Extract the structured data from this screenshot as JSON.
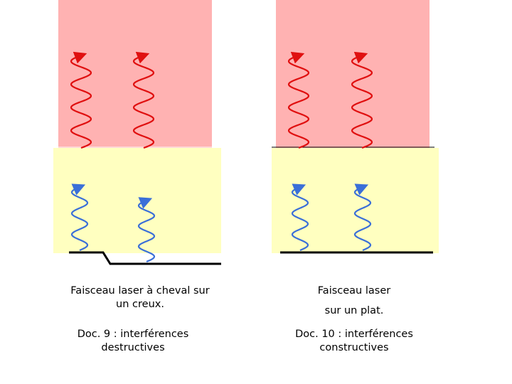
{
  "colors": {
    "outgoing_zone": "#ffb2b2",
    "incoming_zone": "#ffffc0",
    "outgoing_wave": "#e01010",
    "incoming_wave": "#3a6fd8",
    "surface": "#000000"
  },
  "left_panel": {
    "caption_line1": "Faisceau laser à cheval sur",
    "caption_line2": "un creux.",
    "doc_line1": "Doc. 9 : interférences",
    "doc_line2": "destructives"
  },
  "right_panel": {
    "caption_line1": "Faisceau laser",
    "caption_line2": "sur un plat.",
    "doc_line1": "Doc. 10 : interférences",
    "doc_line2": "constructives"
  }
}
